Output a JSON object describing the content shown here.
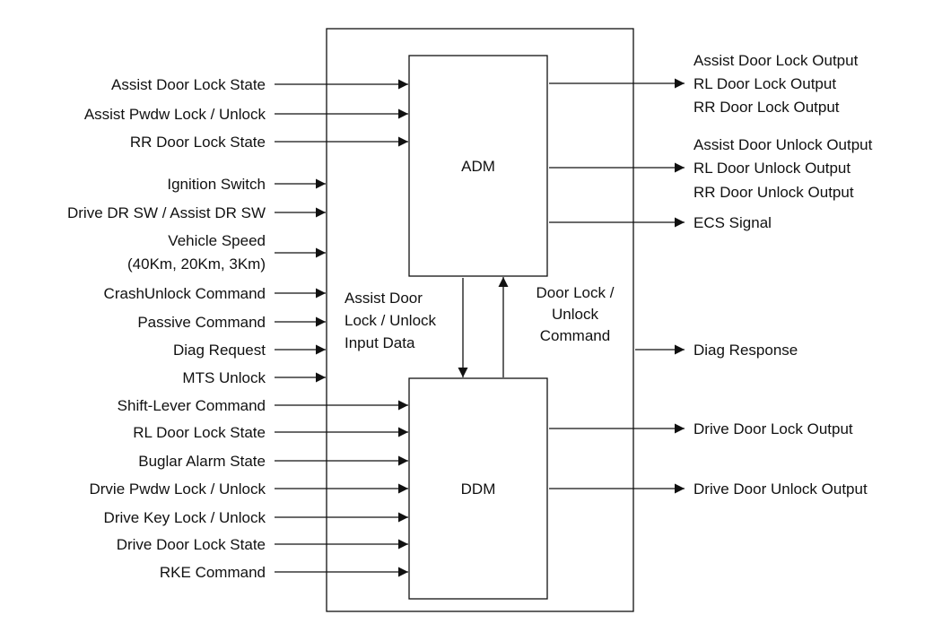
{
  "outer_block": {
    "name": "controller-outer-block"
  },
  "adm": {
    "label": "ADM"
  },
  "ddm": {
    "label": "DDM"
  },
  "inputs_adm": [
    "Assist Door Lock State",
    "Assist Pwdw Lock / Unlock",
    "RR Door Lock State"
  ],
  "inputs_outer": [
    [
      "Ignition Switch"
    ],
    [
      "Drive DR SW / Assist DR SW"
    ],
    [
      "Vehicle Speed",
      "(40Km, 20Km, 3Km)"
    ],
    [
      "CrashUnlock Command"
    ],
    [
      "Passive Command"
    ],
    [
      "Diag Request"
    ],
    [
      "MTS Unlock"
    ]
  ],
  "inputs_ddm": [
    "Shift-Lever Command",
    "RL Door Lock State",
    "Buglar Alarm State",
    "Drvie Pwdw Lock / Unlock",
    "Drive Key Lock / Unlock",
    "Drive Door Lock State",
    "RKE Command"
  ],
  "outputs_adm": [
    [
      "Assist Door Lock Output",
      "RL Door Lock Output",
      "RR Door Lock Output"
    ],
    [
      "Assist Door Unlock Output",
      "RL Door Unlock Output",
      "RR Door Unlock Output"
    ],
    [
      "ECS Signal"
    ]
  ],
  "output_outer": [
    "Diag Response"
  ],
  "outputs_ddm": [
    "Drive Door Lock Output",
    "Drive Door Unlock Output"
  ],
  "internal": {
    "down_label": [
      "Assist Door",
      "Lock / Unlock",
      "Input Data"
    ],
    "up_label": [
      "Door Lock /",
      "Unlock",
      "Command"
    ]
  }
}
